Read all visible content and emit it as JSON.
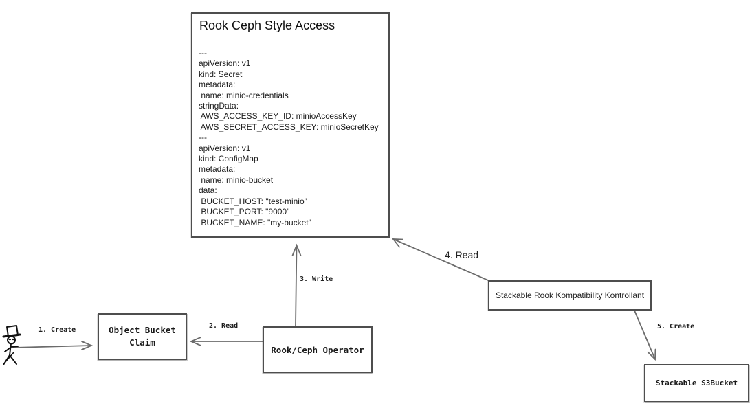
{
  "diagram": {
    "rook_box": {
      "title": "Rook Ceph Style Access",
      "yaml_lines": [
        "---",
        "apiVersion: v1",
        "kind: Secret",
        "metadata:",
        " name: minio-credentials",
        "stringData:",
        " AWS_ACCESS_KEY_ID: minioAccessKey",
        " AWS_SECRET_ACCESS_KEY: minioSecretKey",
        "---",
        "apiVersion: v1",
        "kind: ConfigMap",
        "metadata:",
        " name: minio-bucket",
        "data:",
        " BUCKET_HOST: \"test-minio\"",
        " BUCKET_PORT: \"9000\"",
        " BUCKET_NAME: \"my-bucket\""
      ]
    },
    "nodes": {
      "object_bucket_claim": {
        "label": "Object Bucket Claim"
      },
      "rook_ceph_operator": {
        "label": "Rook/Ceph Operator"
      },
      "kontrollant": {
        "label": "Stackable Rook Kompatibility Kontrollant"
      },
      "s3bucket": {
        "label": "Stackable S3Bucket"
      }
    },
    "edges": {
      "e1": {
        "label": "1. Create",
        "from": "user",
        "to": "object_bucket_claim"
      },
      "e2": {
        "label": "2. Read",
        "from": "rook_ceph_operator",
        "to": "object_bucket_claim"
      },
      "e3": {
        "label": "3. Write",
        "from": "rook_ceph_operator",
        "to": "rook_box"
      },
      "e4": {
        "label": "4. Read",
        "from": "kontrollant",
        "to": "rook_box"
      },
      "e5": {
        "label": "5. Create",
        "from": "kontrollant",
        "to": "s3bucket"
      }
    },
    "actor": {
      "name": "user"
    },
    "colors": {
      "background": "#ffffff",
      "box_border": "#4e4e4e",
      "arrow_line": "#6b6b6b",
      "text": "#1a1a1a",
      "actor_ink": "#111111"
    }
  }
}
